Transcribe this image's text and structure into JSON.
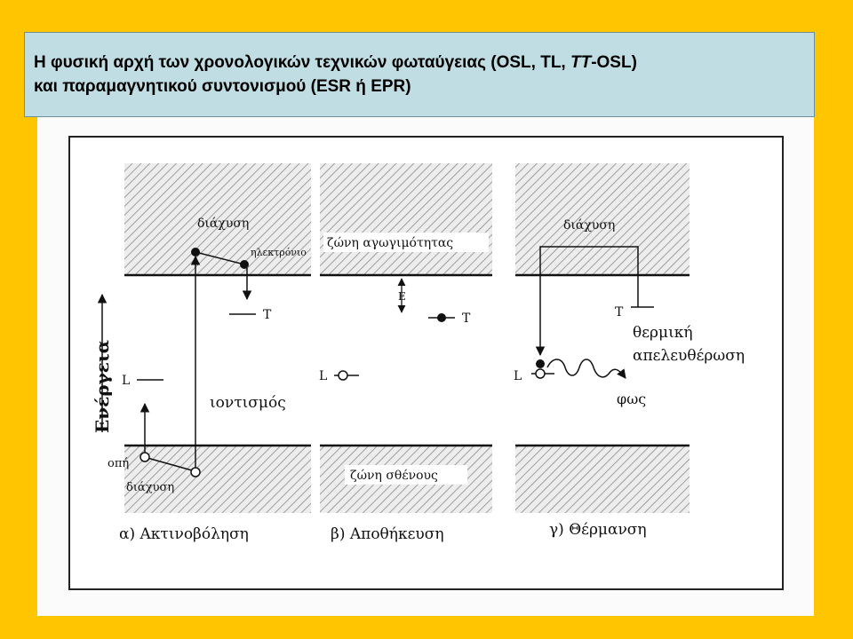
{
  "title": {
    "line1_a": "Η φυσική αρχή των χρονολογικών τεχνικών φωταύγειας (OSL, TL, ",
    "line1_italic": "TT",
    "line1_b": "-OSL)",
    "line2": "και παραμαγνητικού συντονισμού (ESR ή EPR)"
  },
  "diagram": {
    "axis_label": "Ενέργεια",
    "panel_a": {
      "diffusion_top": "διάχυση",
      "electron": "ηλεκτρόνιο",
      "trap": "T",
      "luminescence_center": "L",
      "ionization": "ιοντισμός",
      "hole": "οπή",
      "diffusion_bottom": "διάχυση",
      "caption": "α) Ακτινοβόληση"
    },
    "panel_b": {
      "conduction_band": "ζώνη αγωγιμότητας",
      "trap_depth": "E",
      "trap": "T",
      "luminescence_center": "L",
      "valence_band": "ζώνη σθένους",
      "caption": "β) Αποθήκευση"
    },
    "panel_c": {
      "diffusion": "διάχυση",
      "trap": "T",
      "thermal_1": "θερμική",
      "thermal_2": "απελευθέρωση",
      "luminescence_center": "L",
      "light": "φως",
      "caption": "γ) Θέρμανση"
    }
  }
}
